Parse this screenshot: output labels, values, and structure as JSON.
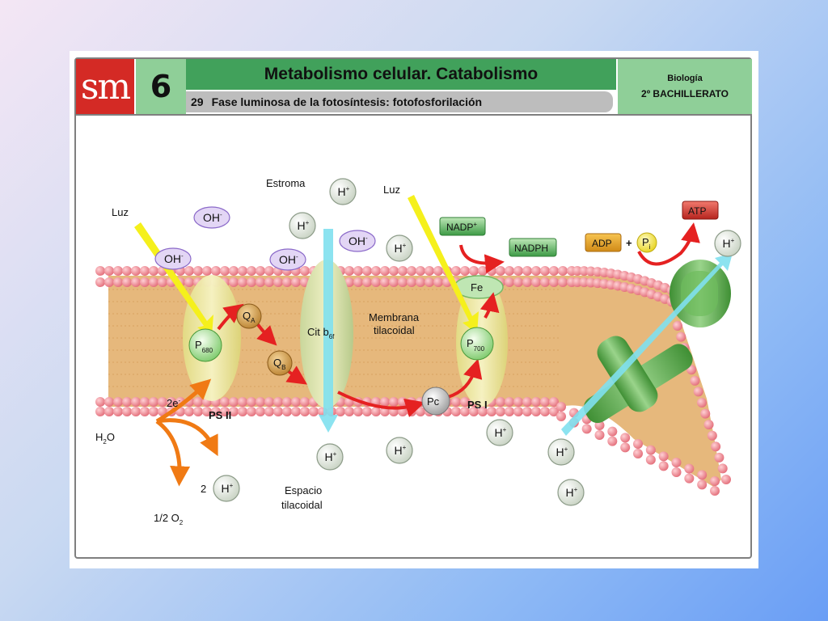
{
  "header": {
    "logo": "sm",
    "unit_number": "6",
    "title": "Metabolismo celular. Catabolismo",
    "subtitle_number": "29",
    "subtitle": "Fase luminosa de la fotosíntesis: fotofosforilación",
    "subject": "Biología",
    "level": "2º BACHILLERATO"
  },
  "diagram": {
    "estroma": "Estroma",
    "luz_left": "Luz",
    "luz_right": "Luz",
    "membrana_line1": "Membrana",
    "membrana_line2": "tilacoidal",
    "espacio_line1": "Espacio",
    "espacio_line2": "tilacoidal",
    "oh": "OH",
    "oh_sup": "-",
    "h": "H",
    "h_sup": "+",
    "p": "P",
    "p680_sub": "680",
    "p700_sub": "700",
    "q": "Q",
    "qa_sub": "A",
    "qb_sub": "B",
    "cit": "Cit b",
    "cit_sub": "6f",
    "pc": "Pc",
    "fe": "Fe",
    "ps2": "PS II",
    "ps1": "PS I",
    "two_e": "2e",
    "two_e_sup": "-",
    "h2o_h": "H",
    "h2o_sub": "2",
    "h2o_o": "O",
    "two_h_coef": "2",
    "o2_half": "1/2 O",
    "o2_sub": "2",
    "nadp": "NADP",
    "nadp_sup": "+",
    "nadph": "NADPH",
    "adp": "ADP",
    "plus": "+",
    "pi": "P",
    "pi_sub": "i",
    "atp": "ATP"
  },
  "colors": {
    "membrane": "#e6b87c",
    "lipid_head": "#f28f97",
    "protein": "#e9e8a0",
    "atp_synthase": "#5aa84a",
    "electron_arrow": "#e52121",
    "light_arrow": "#f5f01c",
    "proton_arrow": "#7fe0ee",
    "water_arrow": "#f07a14"
  }
}
